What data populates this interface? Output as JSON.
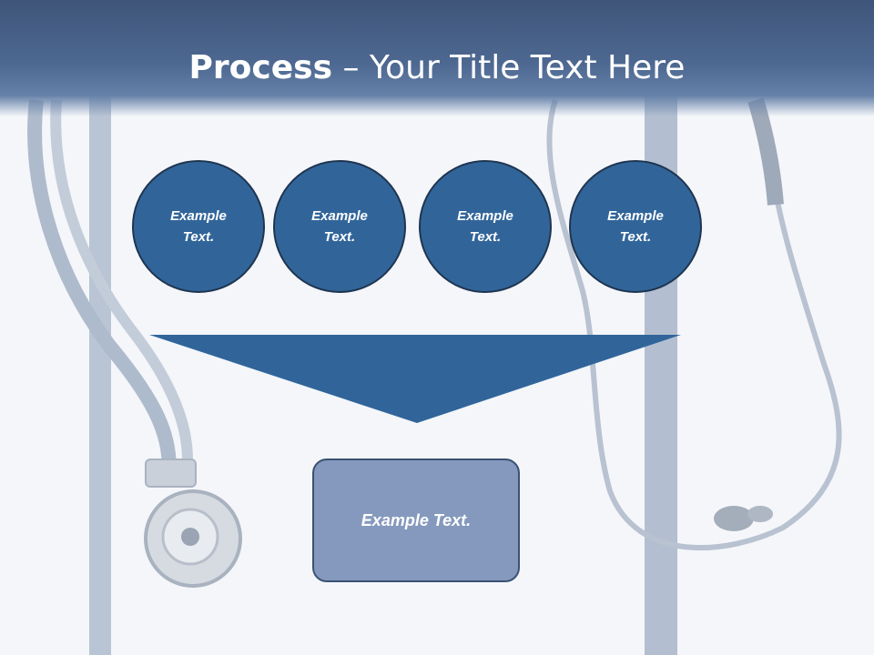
{
  "title": {
    "bold": "Process",
    "rest": " – Your Title Text Here"
  },
  "steps": [
    {
      "label": "Example Text."
    },
    {
      "label": "Example Text."
    },
    {
      "label": "Example Text."
    },
    {
      "label": "Example Text."
    }
  ],
  "result": {
    "label": "Example Text."
  },
  "colors": {
    "header": "#4d6891",
    "circle": "#31659a",
    "funnel": "#31659a",
    "result_box": "#8499bd",
    "background": "#f4f6fa"
  }
}
